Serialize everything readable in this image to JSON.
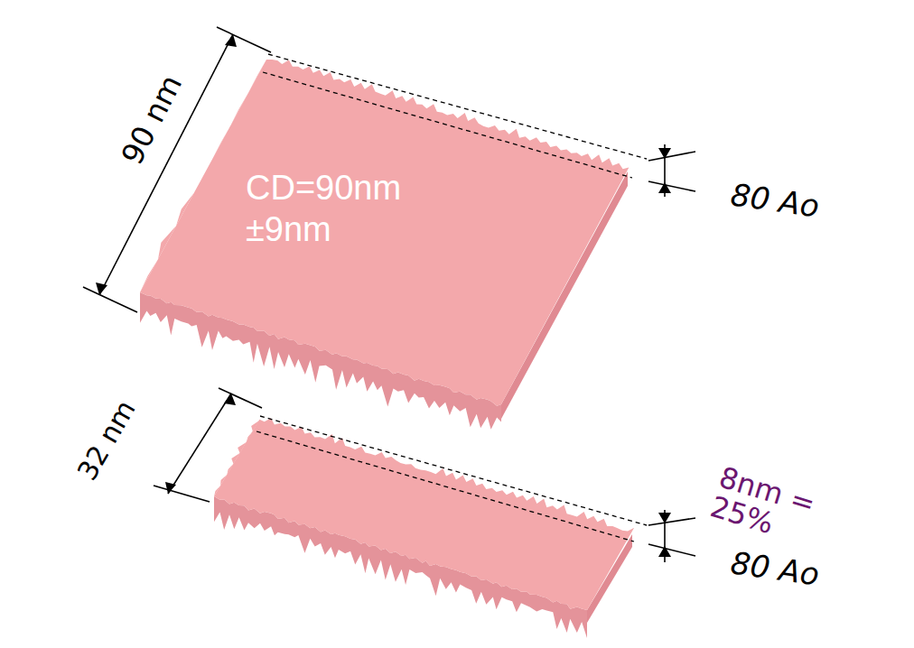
{
  "diagram": {
    "nodes": [
      {
        "text": [
          "CD=90nm ±9nm"
        ]
      }
    ],
    "labels": [
      "90 nm",
      "80 Ao",
      "32 nm",
      "8nm = 25%",
      "80 Ao"
    ]
  }
}
